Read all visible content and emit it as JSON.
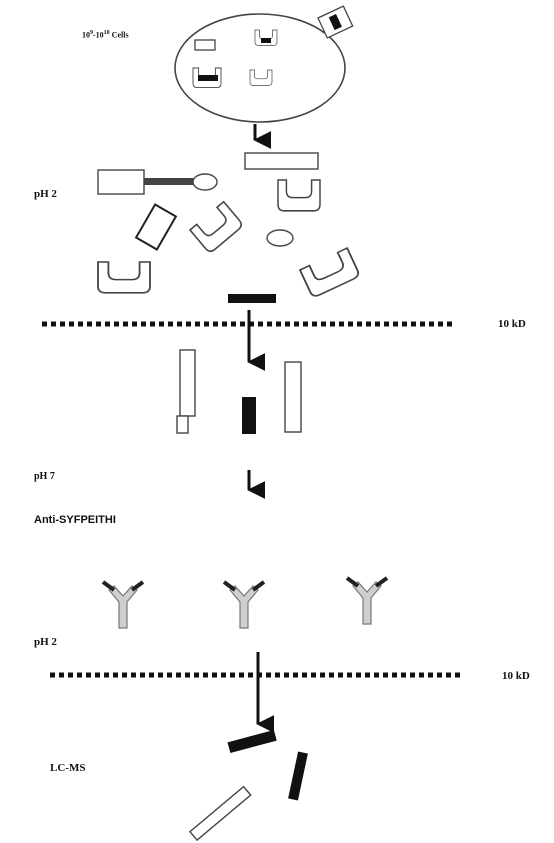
{
  "diagram": {
    "cells_label_prefix": "10",
    "cells_label_exp1": "9",
    "cells_label_mid": "-10",
    "cells_label_exp2": "10",
    "cells_label_suffix": " Cells",
    "step1_ph": "pH 2",
    "filter1_label": "10 kD",
    "step2_ph": "pH 7",
    "antibody_label": "Anti-SYFPEITHI",
    "step3_ph": "pH 2",
    "filter2_label": "10 kD",
    "analysis_label": "LC-MS"
  }
}
